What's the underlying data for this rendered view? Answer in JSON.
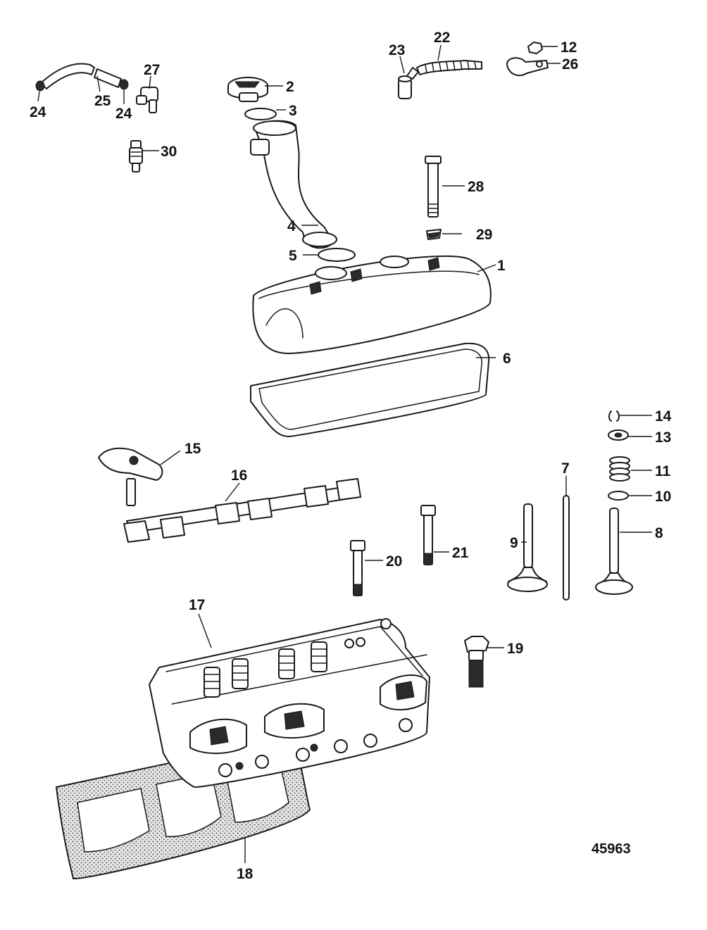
{
  "figure_id": "45963",
  "callouts": [
    {
      "id": "c1",
      "label": "1"
    },
    {
      "id": "c2",
      "label": "2"
    },
    {
      "id": "c3",
      "label": "3"
    },
    {
      "id": "c4",
      "label": "4"
    },
    {
      "id": "c5",
      "label": "5"
    },
    {
      "id": "c6",
      "label": "6"
    },
    {
      "id": "c7",
      "label": "7"
    },
    {
      "id": "c8",
      "label": "8"
    },
    {
      "id": "c9",
      "label": "9"
    },
    {
      "id": "c10",
      "label": "10"
    },
    {
      "id": "c11",
      "label": "11"
    },
    {
      "id": "c12",
      "label": "12"
    },
    {
      "id": "c13",
      "label": "13"
    },
    {
      "id": "c14",
      "label": "14"
    },
    {
      "id": "c15",
      "label": "15"
    },
    {
      "id": "c16",
      "label": "16"
    },
    {
      "id": "c17",
      "label": "17"
    },
    {
      "id": "c18",
      "label": "18"
    },
    {
      "id": "c19",
      "label": "19"
    },
    {
      "id": "c20",
      "label": "20"
    },
    {
      "id": "c21",
      "label": "21"
    },
    {
      "id": "c22",
      "label": "22"
    },
    {
      "id": "c23",
      "label": "23"
    },
    {
      "id": "c24a",
      "label": "24"
    },
    {
      "id": "c24b",
      "label": "24"
    },
    {
      "id": "c25",
      "label": "25"
    },
    {
      "id": "c26",
      "label": "26"
    },
    {
      "id": "c27",
      "label": "27"
    },
    {
      "id": "c28",
      "label": "28"
    },
    {
      "id": "c29",
      "label": "29"
    },
    {
      "id": "c30",
      "label": "30"
    }
  ]
}
